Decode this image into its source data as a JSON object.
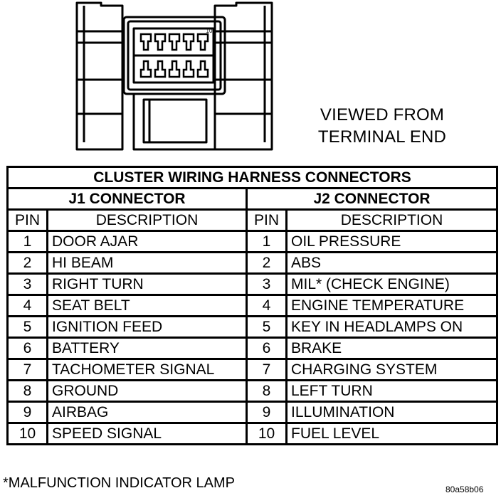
{
  "diagram": {
    "view_caption_line1": "VIEWED FROM",
    "view_caption_line2": "TERMINAL END",
    "pin_numbers": {
      "top_right": "10"
    }
  },
  "table": {
    "title": "CLUSTER WIRING HARNESS CONNECTORS",
    "j1_title": "J1 CONNECTOR",
    "j2_title": "J2 CONNECTOR",
    "pin_header": "PIN",
    "desc_header": "DESCRIPTION",
    "rows": [
      {
        "j1_pin": "1",
        "j1_desc": "DOOR AJAR",
        "j2_pin": "1",
        "j2_desc": "OIL PRESSURE"
      },
      {
        "j1_pin": "2",
        "j1_desc": "HI BEAM",
        "j2_pin": "2",
        "j2_desc": "ABS"
      },
      {
        "j1_pin": "3",
        "j1_desc": "RIGHT TURN",
        "j2_pin": "3",
        "j2_desc": "MIL* (CHECK ENGINE)"
      },
      {
        "j1_pin": "4",
        "j1_desc": "SEAT BELT",
        "j2_pin": "4",
        "j2_desc": "ENGINE TEMPERATURE"
      },
      {
        "j1_pin": "5",
        "j1_desc": "IGNITION FEED",
        "j2_pin": "5",
        "j2_desc": "KEY IN HEADLAMPS ON"
      },
      {
        "j1_pin": "6",
        "j1_desc": "BATTERY",
        "j2_pin": "6",
        "j2_desc": "BRAKE"
      },
      {
        "j1_pin": "7",
        "j1_desc": "TACHOMETER SIGNAL",
        "j2_pin": "7",
        "j2_desc": "CHARGING SYSTEM"
      },
      {
        "j1_pin": "8",
        "j1_desc": "GROUND",
        "j2_pin": "8",
        "j2_desc": "LEFT TURN"
      },
      {
        "j1_pin": "9",
        "j1_desc": "AIRBAG",
        "j2_pin": "9",
        "j2_desc": "ILLUMINATION"
      },
      {
        "j1_pin": "10",
        "j1_desc": "SPEED SIGNAL",
        "j2_pin": "10",
        "j2_desc": "FUEL LEVEL"
      }
    ]
  },
  "footnote": "*MALFUNCTION INDICATOR LAMP",
  "figure_code": "80a58b06"
}
